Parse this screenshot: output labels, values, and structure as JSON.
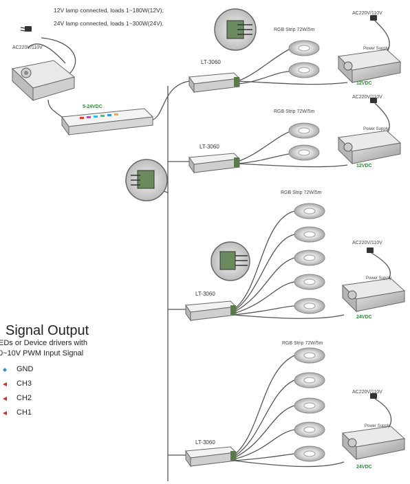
{
  "notes": {
    "line1": "12V lamp connected, loads 1~180W(12V);",
    "line2": "24V lamp connected, loads 1~300W(24V)."
  },
  "main_supply": {
    "ac_label": "AC220V/110V",
    "dc_label": "5-24VDC"
  },
  "controllers": [
    {
      "model": "LT-3060"
    },
    {
      "model": "LT-3060"
    },
    {
      "model": "LT-3060"
    },
    {
      "model": "LT-3060"
    }
  ],
  "strip_groups": [
    {
      "label": "RGB Strip  72W/5m"
    },
    {
      "label": "RGB Strip  72W/5m"
    },
    {
      "label": "RGB Strip  72W/5m"
    },
    {
      "label": "RGB Strip  72W/5m"
    }
  ],
  "power_supplies": [
    {
      "ac": "AC220V/110V",
      "title": "Power Supply",
      "vdc": "12VDC"
    },
    {
      "ac": "AC220V/110V",
      "title": "Power Supply",
      "vdc": "12VDC"
    },
    {
      "ac": "AC220V/110V",
      "title": "Power Supply",
      "vdc": "24VDC"
    },
    {
      "ac": "AC220V/110V",
      "title": "Power Supply",
      "vdc": "24VDC"
    }
  ],
  "signal_output": {
    "title": "Signal  Output",
    "sub1": "EDs or Device drivers with",
    "sub2": "0~10V PWM Input Signal",
    "channels": [
      {
        "label": "GND",
        "color": "#2b8fd6"
      },
      {
        "label": "CH3",
        "color": "#d62b2b"
      },
      {
        "label": "CH2",
        "color": "#d62b2b"
      },
      {
        "label": "CH1",
        "color": "#d62b2b"
      }
    ]
  }
}
